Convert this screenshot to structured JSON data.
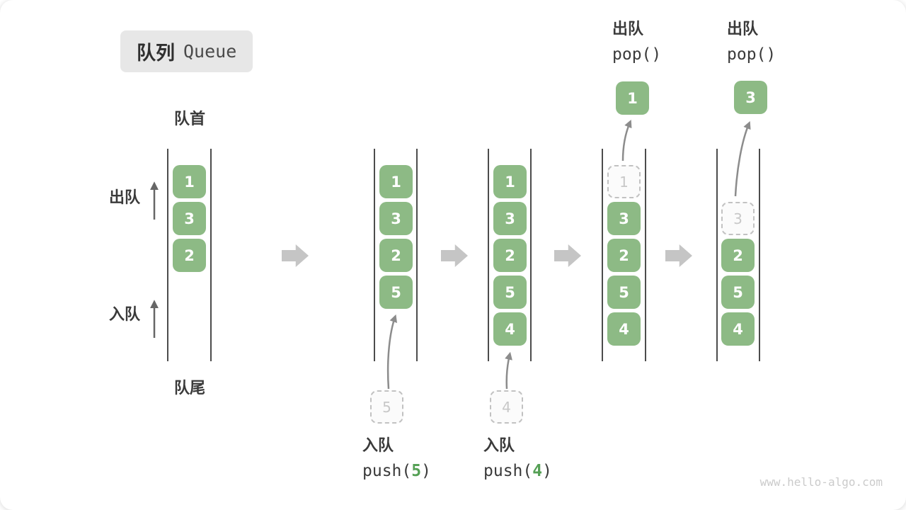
{
  "title": {
    "zh": "队列",
    "en": "Queue"
  },
  "watermark": "www.hello-algo.com",
  "side": {
    "front": "队首",
    "rear": "队尾",
    "dequeue": "出队",
    "enqueue": "入队"
  },
  "ops": {
    "push5": {
      "zh": "入队",
      "pre": "push(",
      "arg": "5",
      "post": ")"
    },
    "push4": {
      "zh": "入队",
      "pre": "push(",
      "arg": "4",
      "post": ")"
    },
    "pop1": {
      "zh": "出队",
      "code": "pop()"
    },
    "pop2": {
      "zh": "出队",
      "code": "pop()"
    }
  },
  "stages": [
    {
      "cells": {
        "s1": "1",
        "s2": "3",
        "s3": "2"
      }
    },
    {
      "cells": {
        "s1": "1",
        "s2": "3",
        "s3": "2",
        "s4": "5"
      },
      "incoming": "5"
    },
    {
      "cells": {
        "s1": "1",
        "s2": "3",
        "s3": "2",
        "s4": "5",
        "s5": "4"
      },
      "incoming": "4"
    },
    {
      "ghost": "1",
      "cells": {
        "s2": "3",
        "s3": "2",
        "s4": "5",
        "s5": "4"
      },
      "popped": "1"
    },
    {
      "ghost": "3",
      "cells": {
        "s3": "2",
        "s4": "5",
        "s5": "4"
      },
      "popped": "3"
    }
  ],
  "colors": {
    "cell_green": "#8dba85",
    "accent_green": "#55a055",
    "rail_gray": "#4c4c4c",
    "arrow_gray": "#8c8c8c",
    "dark_arrow_gray": "#666666",
    "block_arrow_gray": "#c5c5c5",
    "ghost_gray": "#c2c2c2",
    "text_dark": "#3a3a3a",
    "title_bg": "#e7e7e7",
    "watermark_gray": "#cbcbcb"
  }
}
